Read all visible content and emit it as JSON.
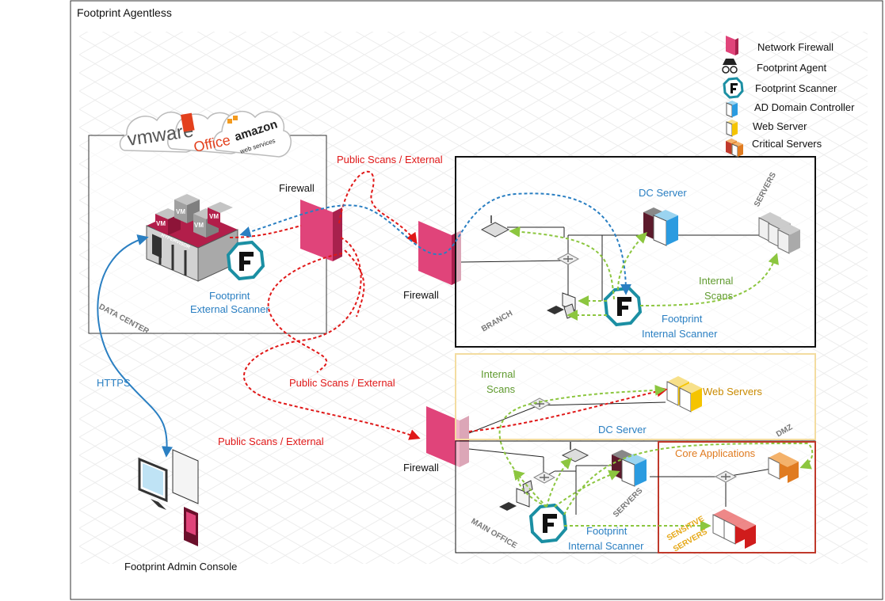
{
  "title": "Footprint Agentless",
  "legend": [
    {
      "label": "Network Firewall",
      "icon": "firewall-icon"
    },
    {
      "label": "Footprint Agent",
      "icon": "agent-icon"
    },
    {
      "label": "Footprint Scanner",
      "icon": "scanner-icon"
    },
    {
      "label": "AD Domain Controller",
      "icon": "ad-domain-controller-icon"
    },
    {
      "label": "Web Server",
      "icon": "web-server-icon"
    },
    {
      "label": "Critical Servers",
      "icon": "critical-servers-icon"
    }
  ],
  "cloud_logos": [
    "vmware",
    "Office",
    "amazon",
    "web services"
  ],
  "datacenter": {
    "zone_label": "DATA CENTER",
    "vm_label": "VM",
    "hypervisor_label": "HYPERVISOR",
    "scanner_label_line1": "Footprint",
    "scanner_label_line2": "External Scanner"
  },
  "firewalls": {
    "datacenter": "Firewall",
    "branch": "Firewall",
    "main": "Firewall"
  },
  "scan_labels": {
    "public_top": "Public Scans / External",
    "public_mid": "Public Scans / External",
    "public_bottom": "Public Scans / External",
    "internal_branch_1": "Internal",
    "internal_branch_2": "Scans",
    "internal_dmz_1": "Internal",
    "internal_dmz_2": "Scans",
    "https": "HTTPS"
  },
  "branch": {
    "zone_label": "BRANCH",
    "dc_server": "DC Server",
    "servers_label": "SERVERS",
    "scanner_line1": "Footprint",
    "scanner_line2": "Internal Scanner"
  },
  "dmz": {
    "zone_label": "DMZ",
    "web_servers": "Web Servers"
  },
  "main_office": {
    "zone_label": "MAIN OFFICE",
    "dc_server": "DC Server",
    "servers_label": "SERVERS",
    "core_apps": "Core Applications",
    "sensitive_line1": "SENSITIVE",
    "sensitive_line2": "SERVERS",
    "scanner_line1": "Footprint",
    "scanner_line2": "Internal Scanner"
  },
  "admin_console": "Footprint Admin Console",
  "colors": {
    "firewall": "#e0447a",
    "public_scan": "#e01818",
    "internal_scan": "#8cc63f",
    "https": "#2a7fc2",
    "scanner": "#1b8fa3",
    "dmz_border": "#f3dca0",
    "sensitive_border": "#c0392b"
  }
}
